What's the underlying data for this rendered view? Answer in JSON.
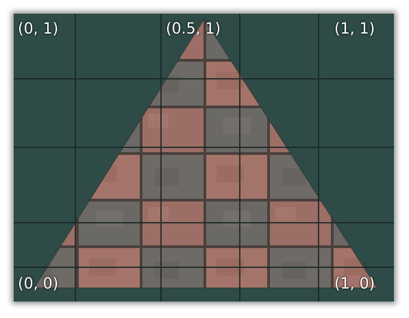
{
  "colors": {
    "background": "#2e4b47",
    "grid_line": "#1a2624",
    "brick_dark": "#6d6a66",
    "brick_red": "#a07068",
    "mortar": "#4a403c"
  },
  "labels": {
    "top_left": "(0, 1)",
    "top_center": "(0.5, 1)",
    "top_right": "(1, 1)",
    "bottom_left": "(0, 0)",
    "bottom_right": "(1, 0)"
  }
}
